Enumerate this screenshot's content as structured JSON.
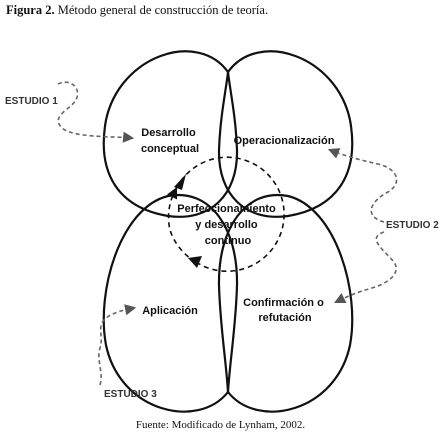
{
  "caption": {
    "label": "Figura 2.",
    "text": " Método general de construcción de teoría."
  },
  "source": "Fuente: Modificado de Lynham, 2002.",
  "lobes": {
    "desarrollo": [
      "Desarrollo",
      "conceptual"
    ],
    "operacionalizacion": [
      "Operacionalización"
    ],
    "aplicacion": [
      "Aplicación"
    ],
    "confirmacion": [
      "Confirmación o",
      "refutación"
    ]
  },
  "center": [
    "Perfeccionamiento",
    "y desarrollo",
    "continuo"
  ],
  "studies": {
    "s1": "ESTUDIO 1",
    "s2": "ESTUDIO 2",
    "s3": "ESTUDIO 3"
  }
}
